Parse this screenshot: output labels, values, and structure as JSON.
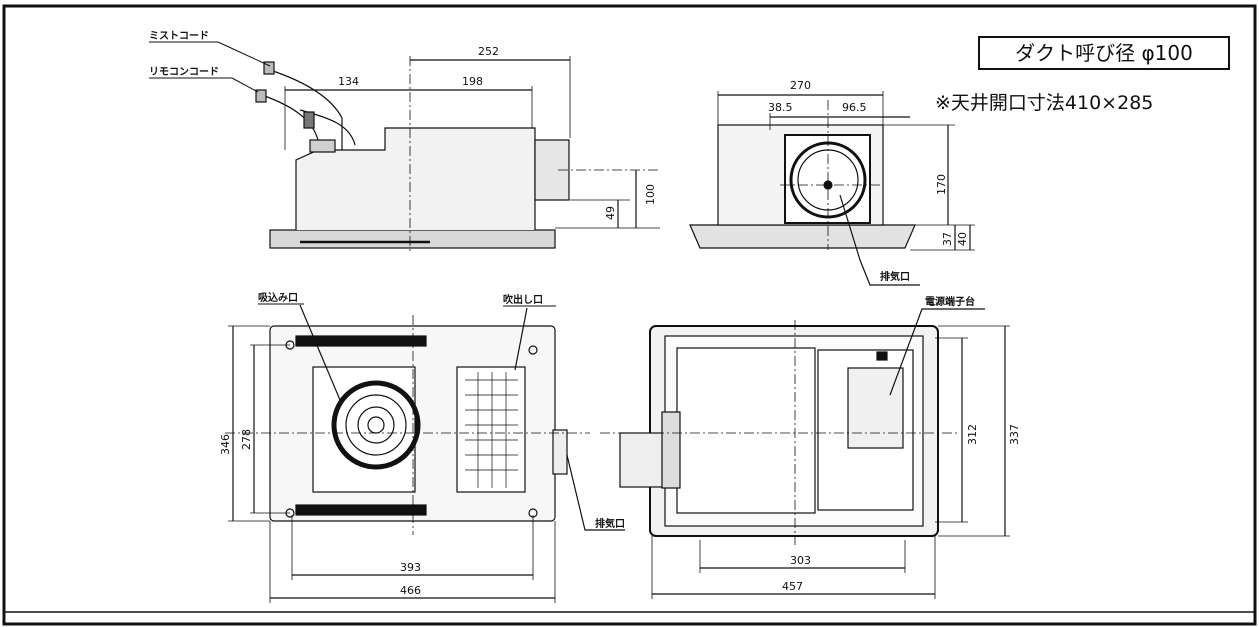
{
  "title_box": "ダクト呼び径 φ100",
  "ceiling_note": "※天井開口寸法410×285",
  "callouts": {
    "mist_cord": "ミストコード",
    "remocon_cord": "リモコンコード",
    "intake": "吸込み口",
    "outlet": "吹出し口",
    "exhaust_side": "排気口",
    "exhaust_bottom": "排気口",
    "terminal": "電源端子台"
  },
  "dimensions": {
    "side": {
      "d252": "252",
      "d134": "134",
      "d198": "198",
      "d100": "100",
      "d49": "49"
    },
    "end": {
      "d270": "270",
      "d38_5": "38.5",
      "d96_5": "96.5",
      "d170": "170",
      "d37": "37",
      "d40": "40"
    },
    "bottom": {
      "d346": "346",
      "d278": "278",
      "d393": "393",
      "d466": "466"
    },
    "top": {
      "d312": "312",
      "d337": "337",
      "d303": "303",
      "d457": "457"
    }
  }
}
